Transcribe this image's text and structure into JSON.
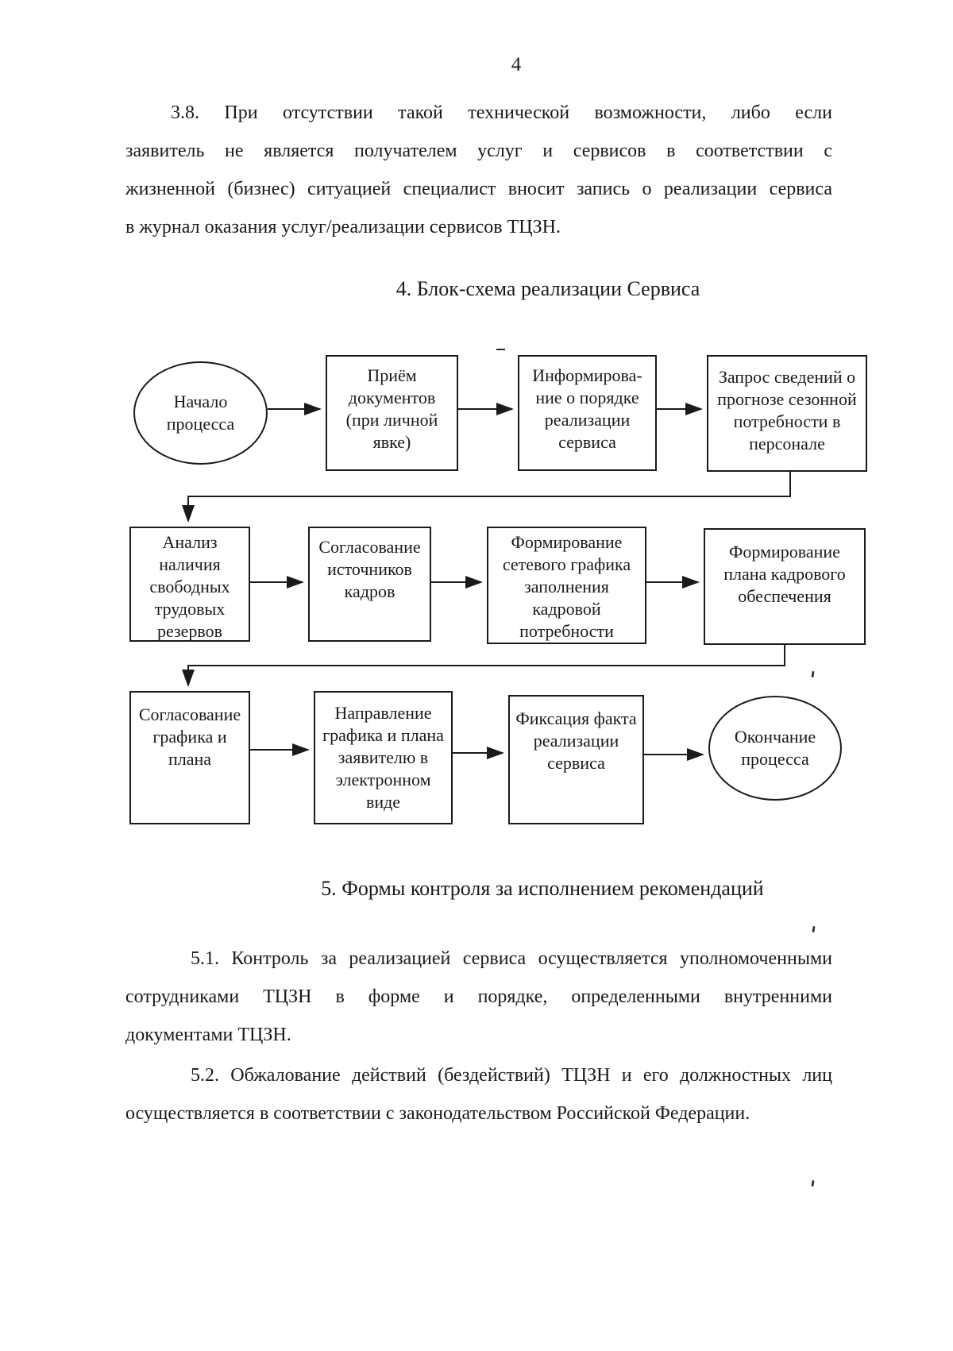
{
  "page": {
    "number": "4"
  },
  "section4": {
    "heading": "4. Блок-схема реализации Сервиса"
  },
  "section5": {
    "heading": "5. Формы контроля за исполнением рекомендаций"
  },
  "paragraph_3_8": {
    "lines": [
      "3.8. При отсутствии такой технической возможности, либо если",
      "заявитель не является получателем услуг и сервисов в соответствии с",
      "жизненной (бизнес) ситуацией специалист вносит запись о реализации сервиса",
      "в журнал оказания услуг/реализации сервисов ТЦЗН."
    ]
  },
  "paragraph_5_1": {
    "lines": [
      "5.1. Контроль за реализацией сервиса осуществляется уполномоченными",
      "сотрудниками ТЦЗН в форме и порядке, определенными внутренними",
      "документами ТЦЗН."
    ]
  },
  "paragraph_5_2": {
    "lines": [
      "5.2. Обжалование действий (бездействий) ТЦЗН и его должностных лиц",
      "осуществляется в соответствии с законодательством Российской Федерации."
    ]
  },
  "flowchart": {
    "nodes": [
      {
        "shape": "ellipse",
        "lines": [
          "Начало",
          "процесса"
        ]
      },
      {
        "shape": "rect",
        "lines": [
          "Приём",
          "документов",
          "(при личной",
          "явке)"
        ]
      },
      {
        "shape": "rect",
        "lines": [
          "Информирова-",
          "ние о порядке",
          "реализации",
          "сервиса"
        ]
      },
      {
        "shape": "rect",
        "lines": [
          "Запрос сведений о",
          "прогнозе сезонной",
          "потребности в",
          "персонале"
        ]
      },
      {
        "shape": "rect",
        "lines": [
          "Анализ",
          "наличия",
          "свободных",
          "трудовых",
          "резервов"
        ]
      },
      {
        "shape": "rect",
        "lines": [
          "Согласование",
          "источников",
          "кадров"
        ]
      },
      {
        "shape": "rect",
        "lines": [
          "Формирование",
          "сетевого графика",
          "заполнения",
          "кадровой",
          "потребности"
        ]
      },
      {
        "shape": "rect",
        "lines": [
          "Формирование",
          "плана кадрового",
          "обеспечения"
        ]
      },
      {
        "shape": "rect",
        "lines": [
          "Согласование",
          "графика и",
          "плана"
        ]
      },
      {
        "shape": "rect",
        "lines": [
          "Направление",
          "графика и плана",
          "заявителю в",
          "электронном",
          "виде"
        ]
      },
      {
        "shape": "rect",
        "lines": [
          "Фиксация факта",
          "реализации",
          "сервиса"
        ]
      },
      {
        "shape": "ellipse",
        "lines": [
          "Окончание",
          "процесса"
        ]
      }
    ]
  },
  "colors": {
    "ink": "#1a1a1a",
    "paper": "#ffffff"
  }
}
